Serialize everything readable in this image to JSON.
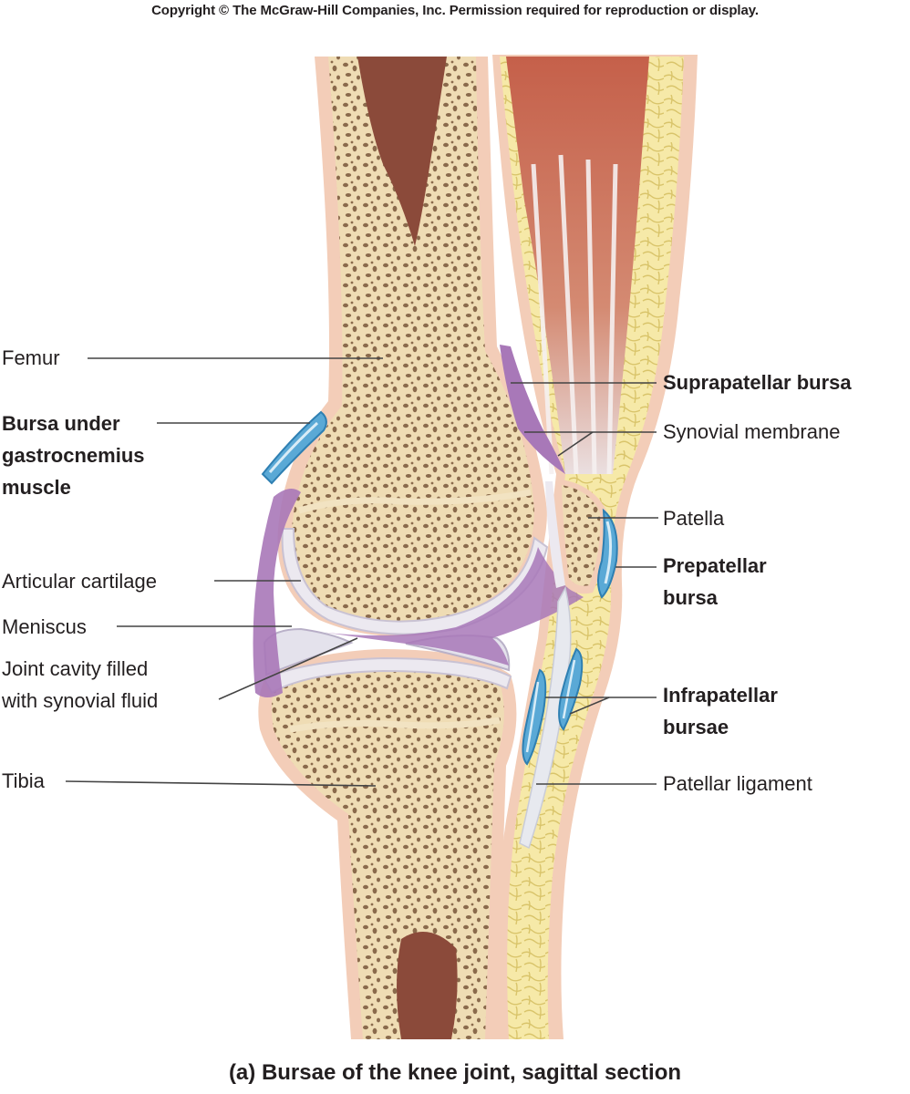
{
  "copyright": "Copyright © The McGraw-Hill Companies, Inc. Permission required for reproduction or display.",
  "caption": "(a) Bursae of the knee joint, sagittal section",
  "labels": {
    "femur": "Femur",
    "bursa_gastrocnemius_1": "Bursa under",
    "bursa_gastrocnemius_2": "gastrocnemius",
    "bursa_gastrocnemius_3": "muscle",
    "articular_cartilage": "Articular cartilage",
    "meniscus": "Meniscus",
    "joint_cavity_1": "Joint cavity filled",
    "joint_cavity_2": "with synovial fluid",
    "tibia": "Tibia",
    "suprapatellar_bursa": "Suprapatellar bursa",
    "synovial_membrane": "Synovial membrane",
    "patella": "Patella",
    "prepatellar_bursa_1": "Prepatellar",
    "prepatellar_bursa_2": "bursa",
    "infrapatellar_bursae_1": "Infrapatellar",
    "infrapatellar_bursae_2": "bursae",
    "patellar_ligament": "Patellar ligament"
  },
  "colors": {
    "bone": "#f2e3c2",
    "spongy_bone": "#8a6a4c",
    "marrow": "#8b4a3a",
    "cartilage": "#ece9f0",
    "synovial": "#a878b8",
    "bursa": "#5aa9d6",
    "fat": "#f3e49a",
    "muscle": "#c86450",
    "tendon": "#e7e9ef",
    "skin": "#f3cdb8",
    "leader": "#444444"
  }
}
